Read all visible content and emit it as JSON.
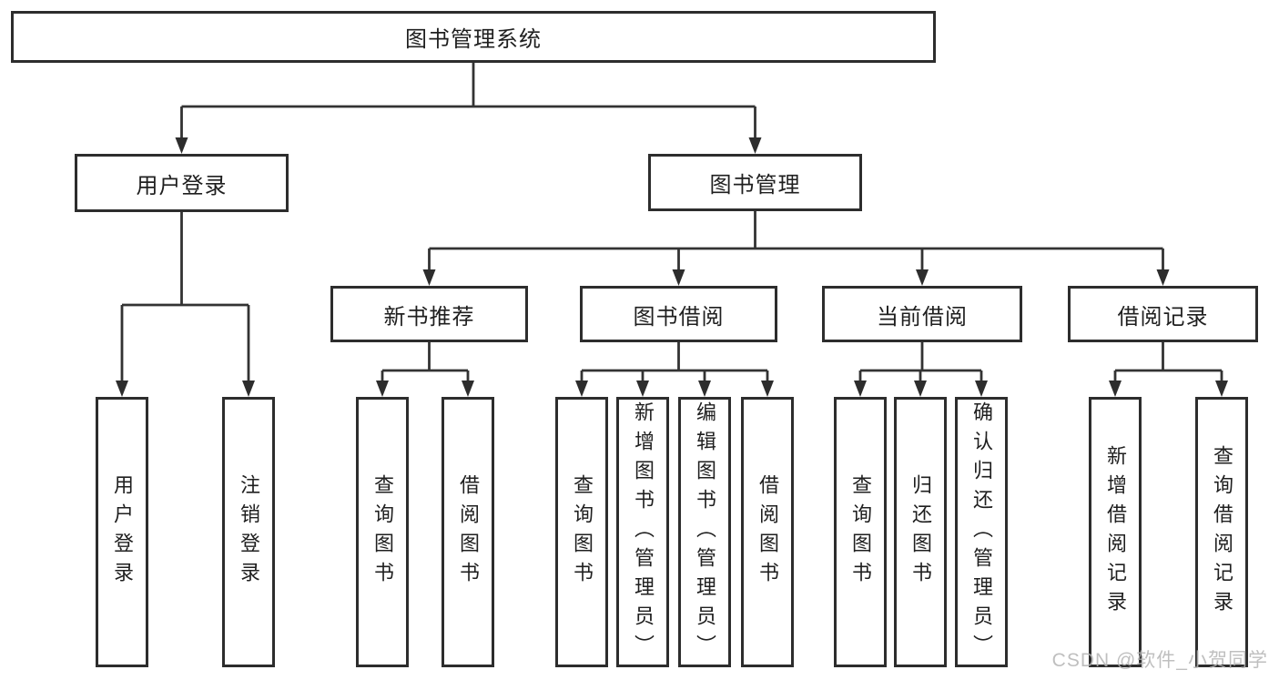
{
  "colors": {
    "background": "#ffffff",
    "line": "#333333",
    "box_border": "#2d2d2d",
    "text": "#1f1f1f",
    "watermark": "#b4b4b4"
  },
  "watermark": {
    "text": "CSDN @软件_小贺同学"
  },
  "tree": {
    "root": {
      "label": "图书管理系统"
    },
    "branches": [
      {
        "label": "用户登录",
        "children": [
          {
            "label": "用户登录"
          },
          {
            "label": "注销登录"
          }
        ]
      },
      {
        "label": "图书管理",
        "children": [
          {
            "label": "新书推荐",
            "children": [
              {
                "label": "查询图书"
              },
              {
                "label": "借阅图书"
              }
            ]
          },
          {
            "label": "图书借阅",
            "children": [
              {
                "label": "查询图书"
              },
              {
                "label": "新增图书（管理员）"
              },
              {
                "label": "编辑图书（管理员）"
              },
              {
                "label": "借阅图书"
              }
            ]
          },
          {
            "label": "当前借阅",
            "children": [
              {
                "label": "查询图书"
              },
              {
                "label": "归还图书"
              },
              {
                "label": "确认归还（管理员）"
              }
            ]
          },
          {
            "label": "借阅记录",
            "children": [
              {
                "label": "新增借阅记录"
              },
              {
                "label": "查询借阅记录"
              }
            ]
          }
        ]
      }
    ]
  }
}
